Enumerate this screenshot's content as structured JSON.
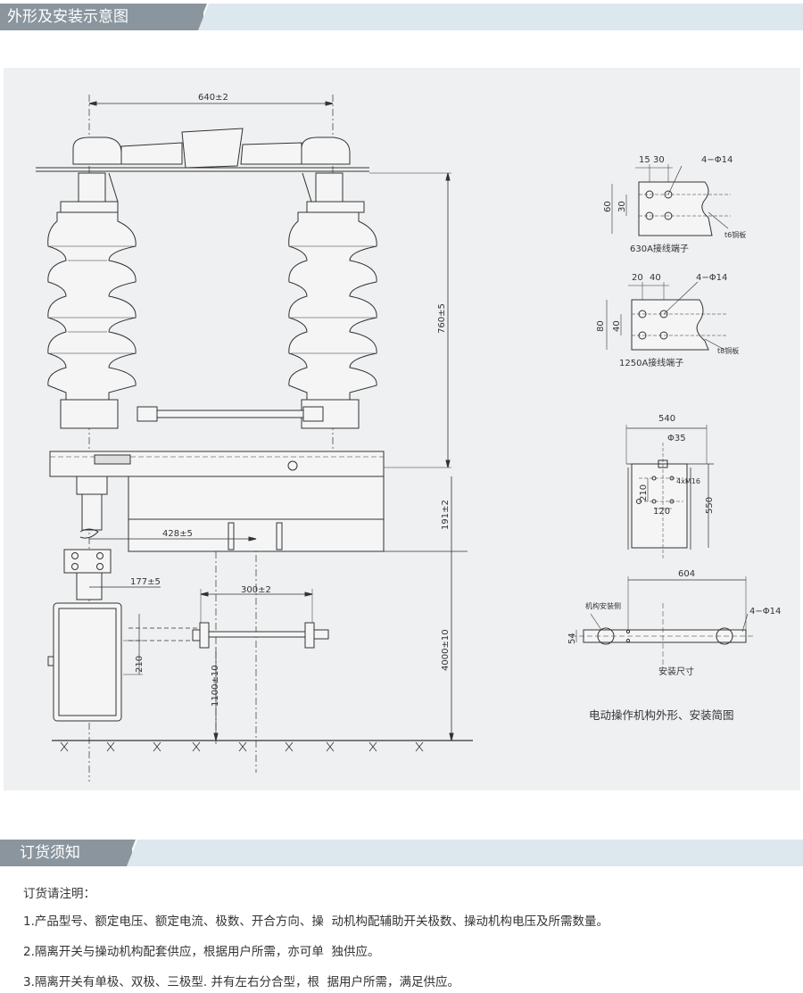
{
  "section1": {
    "title": "外形及安装示意图"
  },
  "section2": {
    "title": "订货须知"
  },
  "drawing": {
    "dim_top": "640±2",
    "dim_height": "760±5",
    "dim_base": "191±2",
    "dim_428": "428±5",
    "dim_177": "177±5",
    "dim_300": "300±2",
    "dim_210": "210",
    "dim_4000": "4000±10",
    "dim_1100": "1100±10"
  },
  "terminal630": {
    "d15": "15",
    "d30a": "30",
    "hole": "4−Φ14",
    "d60": "60",
    "d30b": "30",
    "plate": "t6铜板",
    "caption": "630A接线端子"
  },
  "terminal1250": {
    "d20": "20",
    "d40a": "40",
    "hole": "4−Φ14",
    "d80": "80",
    "d40b": "40",
    "plate": "t8铜板",
    "caption": "1250A接线端子"
  },
  "mechanism": {
    "w540": "540",
    "phi35": "Φ35",
    "d210": "210",
    "bolt": "4xM16",
    "d120": "120",
    "h550": "550"
  },
  "install": {
    "w604": "604",
    "side": "机构安装侧",
    "hole": "4−Φ14",
    "d54": "54",
    "caption": "安装尺寸"
  },
  "figure_caption": "电动操作机构外形、安装简图",
  "notes": {
    "heading": "订货请注明：",
    "items": [
      "1.产品型号、额定电压、额定电流、极数、开合方向、操  动机构配辅助开关极数、操动机构电压及所需数量。",
      "2.隔离开关与操动机构配套供应，根据用户所需，亦可单  独供应。",
      "3.隔离开关有单极、双极、三极型. 并有左右分合型，根  据用户所需，满足供应。"
    ]
  }
}
